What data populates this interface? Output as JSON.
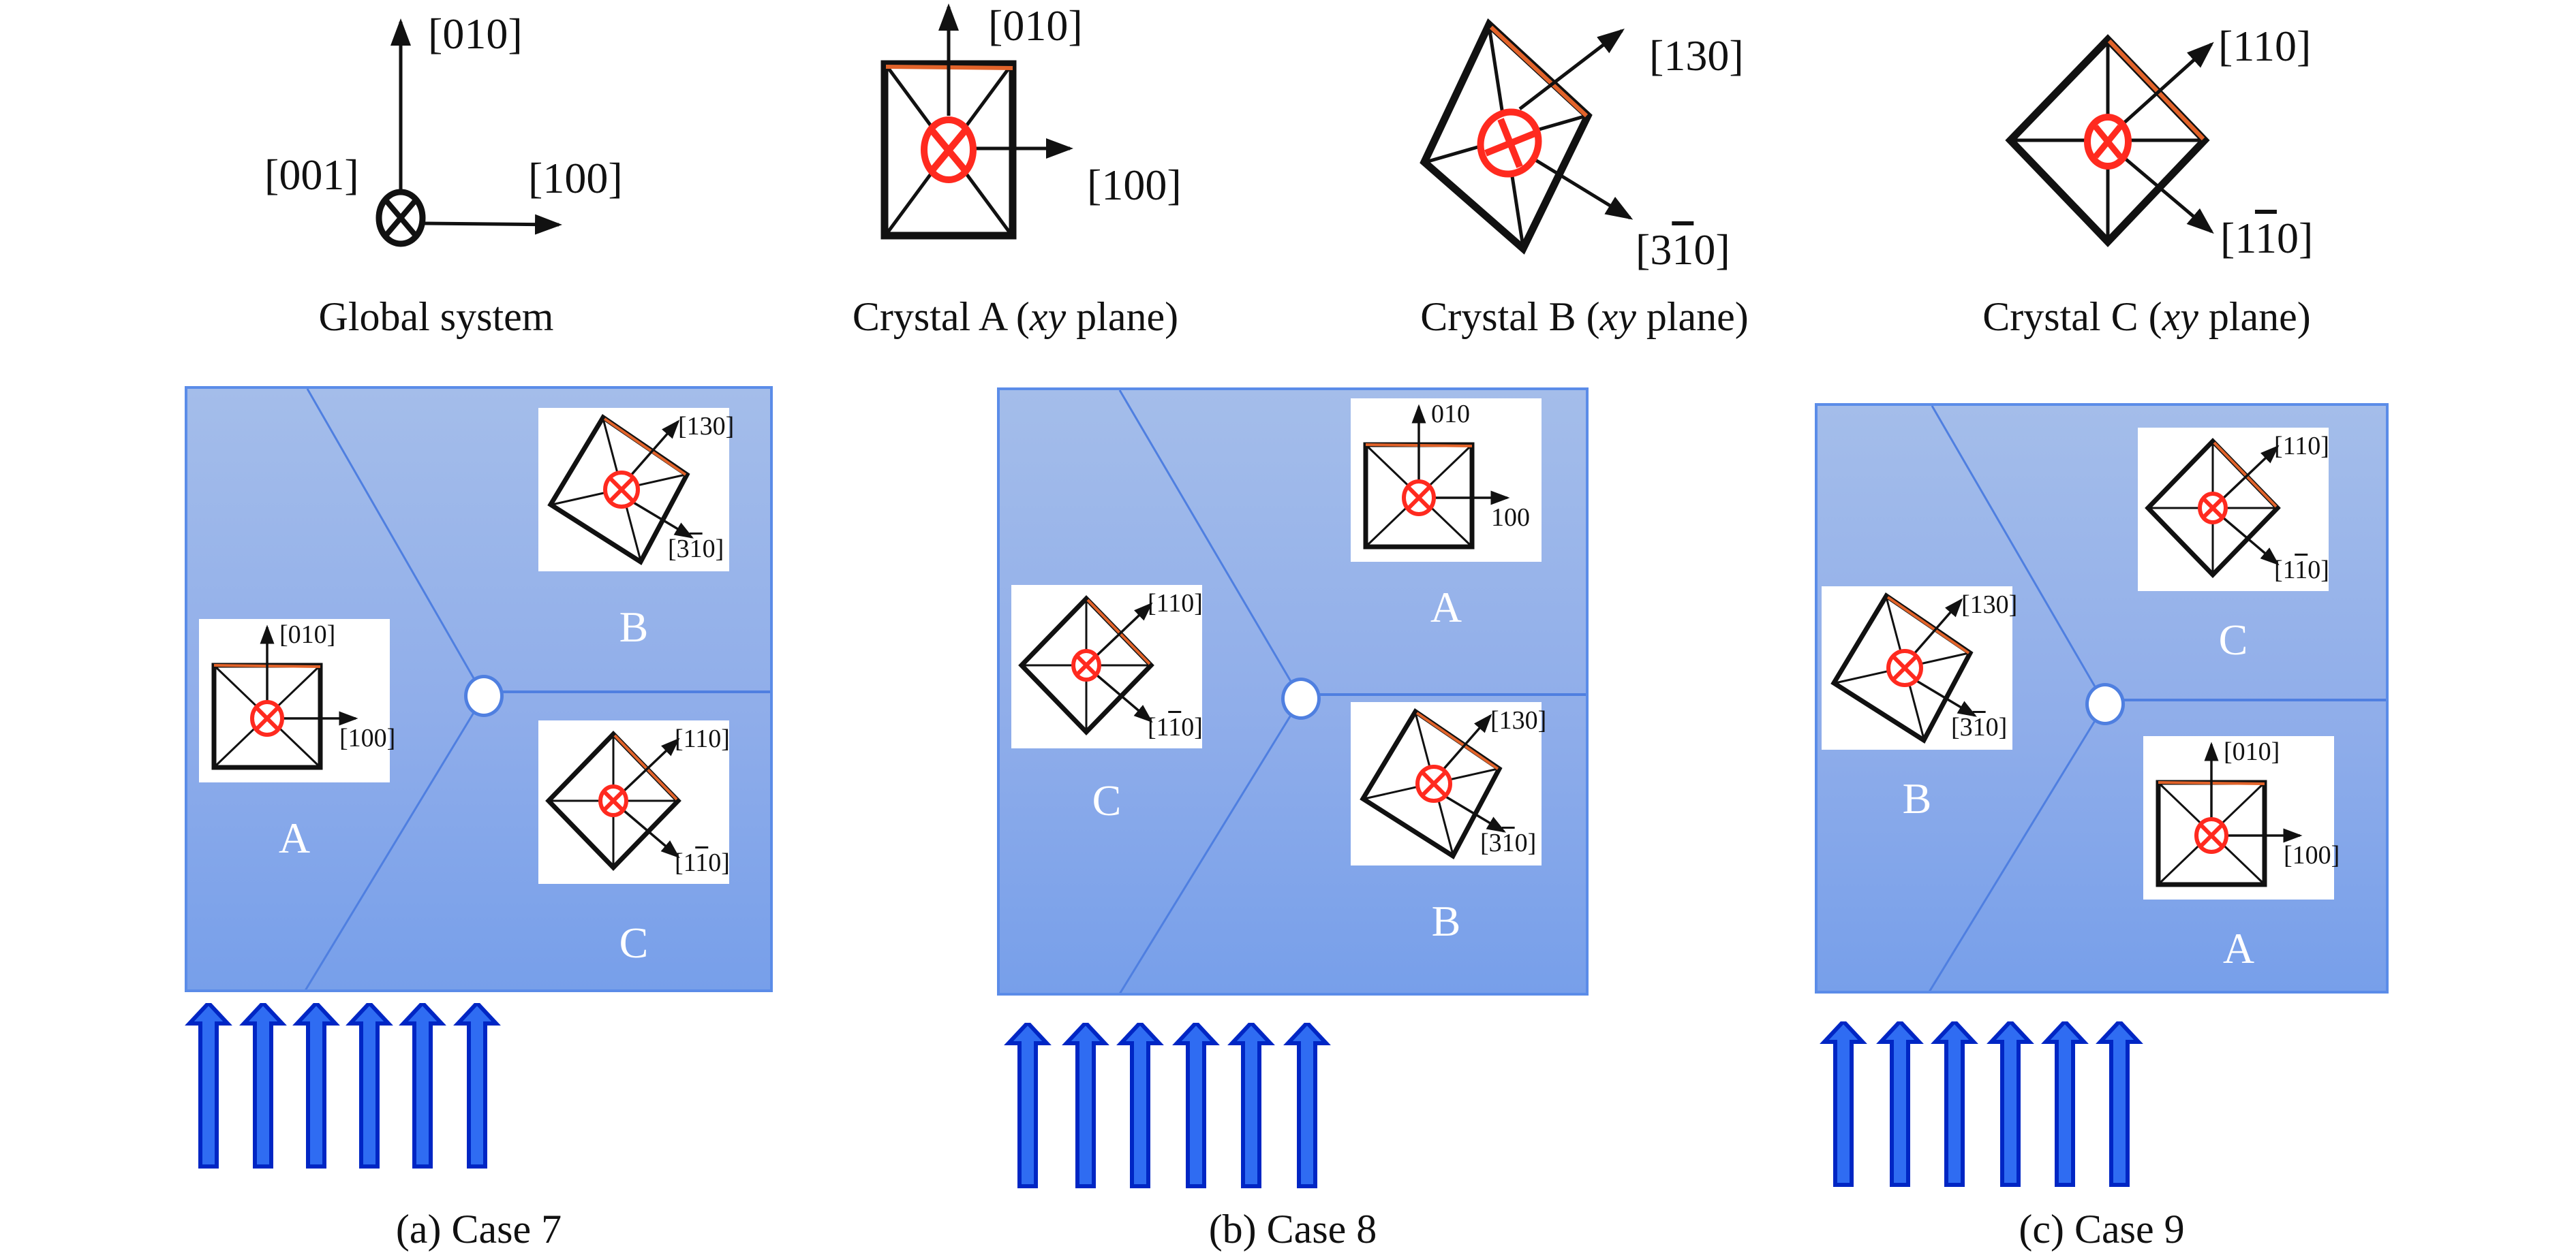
{
  "legend": {
    "global": {
      "caption": "Global system",
      "axis_y": "[010]",
      "axis_x": "[100]",
      "axis_z": "[001]"
    },
    "crystals": [
      {
        "id": "A",
        "caption_prefix": "Crystal A (",
        "caption_italic": "xy",
        "caption_suffix": " plane)",
        "dir1": "[010]",
        "dir2": "[100]",
        "orientation": "square-axis-aligned"
      },
      {
        "id": "B",
        "caption_prefix": "Crystal B (",
        "caption_italic": "xy",
        "caption_suffix": " plane)",
        "dir1": "[130]",
        "dir2_pre": "[3",
        "dir2_bar": "1",
        "dir2_post": "0]",
        "orientation": "rotated-~72deg"
      },
      {
        "id": "C",
        "caption_prefix": "Crystal C (",
        "caption_italic": "xy",
        "caption_suffix": " plane)",
        "dir1": "[110]",
        "dir2_pre": "[1",
        "dir2_bar": "1",
        "dir2_post": "0]",
        "orientation": "rotated-45deg"
      }
    ]
  },
  "cases": [
    {
      "caption": "(a) Case 7",
      "grains": {
        "left": "A",
        "upper_right": "B",
        "lower_right": "C"
      },
      "insets": [
        {
          "crystal": "A",
          "position": "left",
          "dir1": "[010]",
          "dir2": "[100]"
        },
        {
          "crystal": "B",
          "position": "upper-right",
          "dir1": "[130]",
          "dir2_pre": "[3",
          "dir2_bar": "1",
          "dir2_post": "0]"
        },
        {
          "crystal": "C",
          "position": "lower-right",
          "dir1": "[110]",
          "dir2_pre": "[1",
          "dir2_bar": "1",
          "dir2_post": "0]"
        }
      ],
      "load_arrows": 6
    },
    {
      "caption": "(b) Case 8",
      "grains": {
        "left": "C",
        "upper_right": "A",
        "lower_right": "B"
      },
      "insets": [
        {
          "crystal": "C",
          "position": "left",
          "dir1": "[110]",
          "dir2_pre": "[1",
          "dir2_bar": "1",
          "dir2_post": "0]"
        },
        {
          "crystal": "A",
          "position": "upper-right",
          "dir1": "010",
          "dir2": "100"
        },
        {
          "crystal": "B",
          "position": "lower-right",
          "dir1": "[130]",
          "dir2_pre": "[3",
          "dir2_bar": "1",
          "dir2_post": "0]"
        }
      ],
      "load_arrows": 6
    },
    {
      "caption": "(c) Case 9",
      "grains": {
        "left": "B",
        "upper_right": "C",
        "lower_right": "A"
      },
      "insets": [
        {
          "crystal": "B",
          "position": "left",
          "dir1": "[130]",
          "dir2_pre": "[3",
          "dir2_bar": "1",
          "dir2_post": "0]"
        },
        {
          "crystal": "C",
          "position": "upper-right",
          "dir1": "[110]",
          "dir2_pre": "[1",
          "dir2_bar": "1",
          "dir2_post": "0]"
        },
        {
          "crystal": "A",
          "position": "lower-right",
          "dir1": "[010]",
          "dir2": "[100]"
        }
      ],
      "load_arrows": 6
    }
  ],
  "colors": {
    "panel_top": "#a4bdea",
    "panel_bottom": "#779fea",
    "boundary": "#4f7fe0",
    "load_arrow_fill": "#2f6cf2",
    "load_arrow_stroke": "#0026c4",
    "crystal_marker": "#ff2a1f",
    "crystal_edge_highlight": "#e2632a"
  }
}
